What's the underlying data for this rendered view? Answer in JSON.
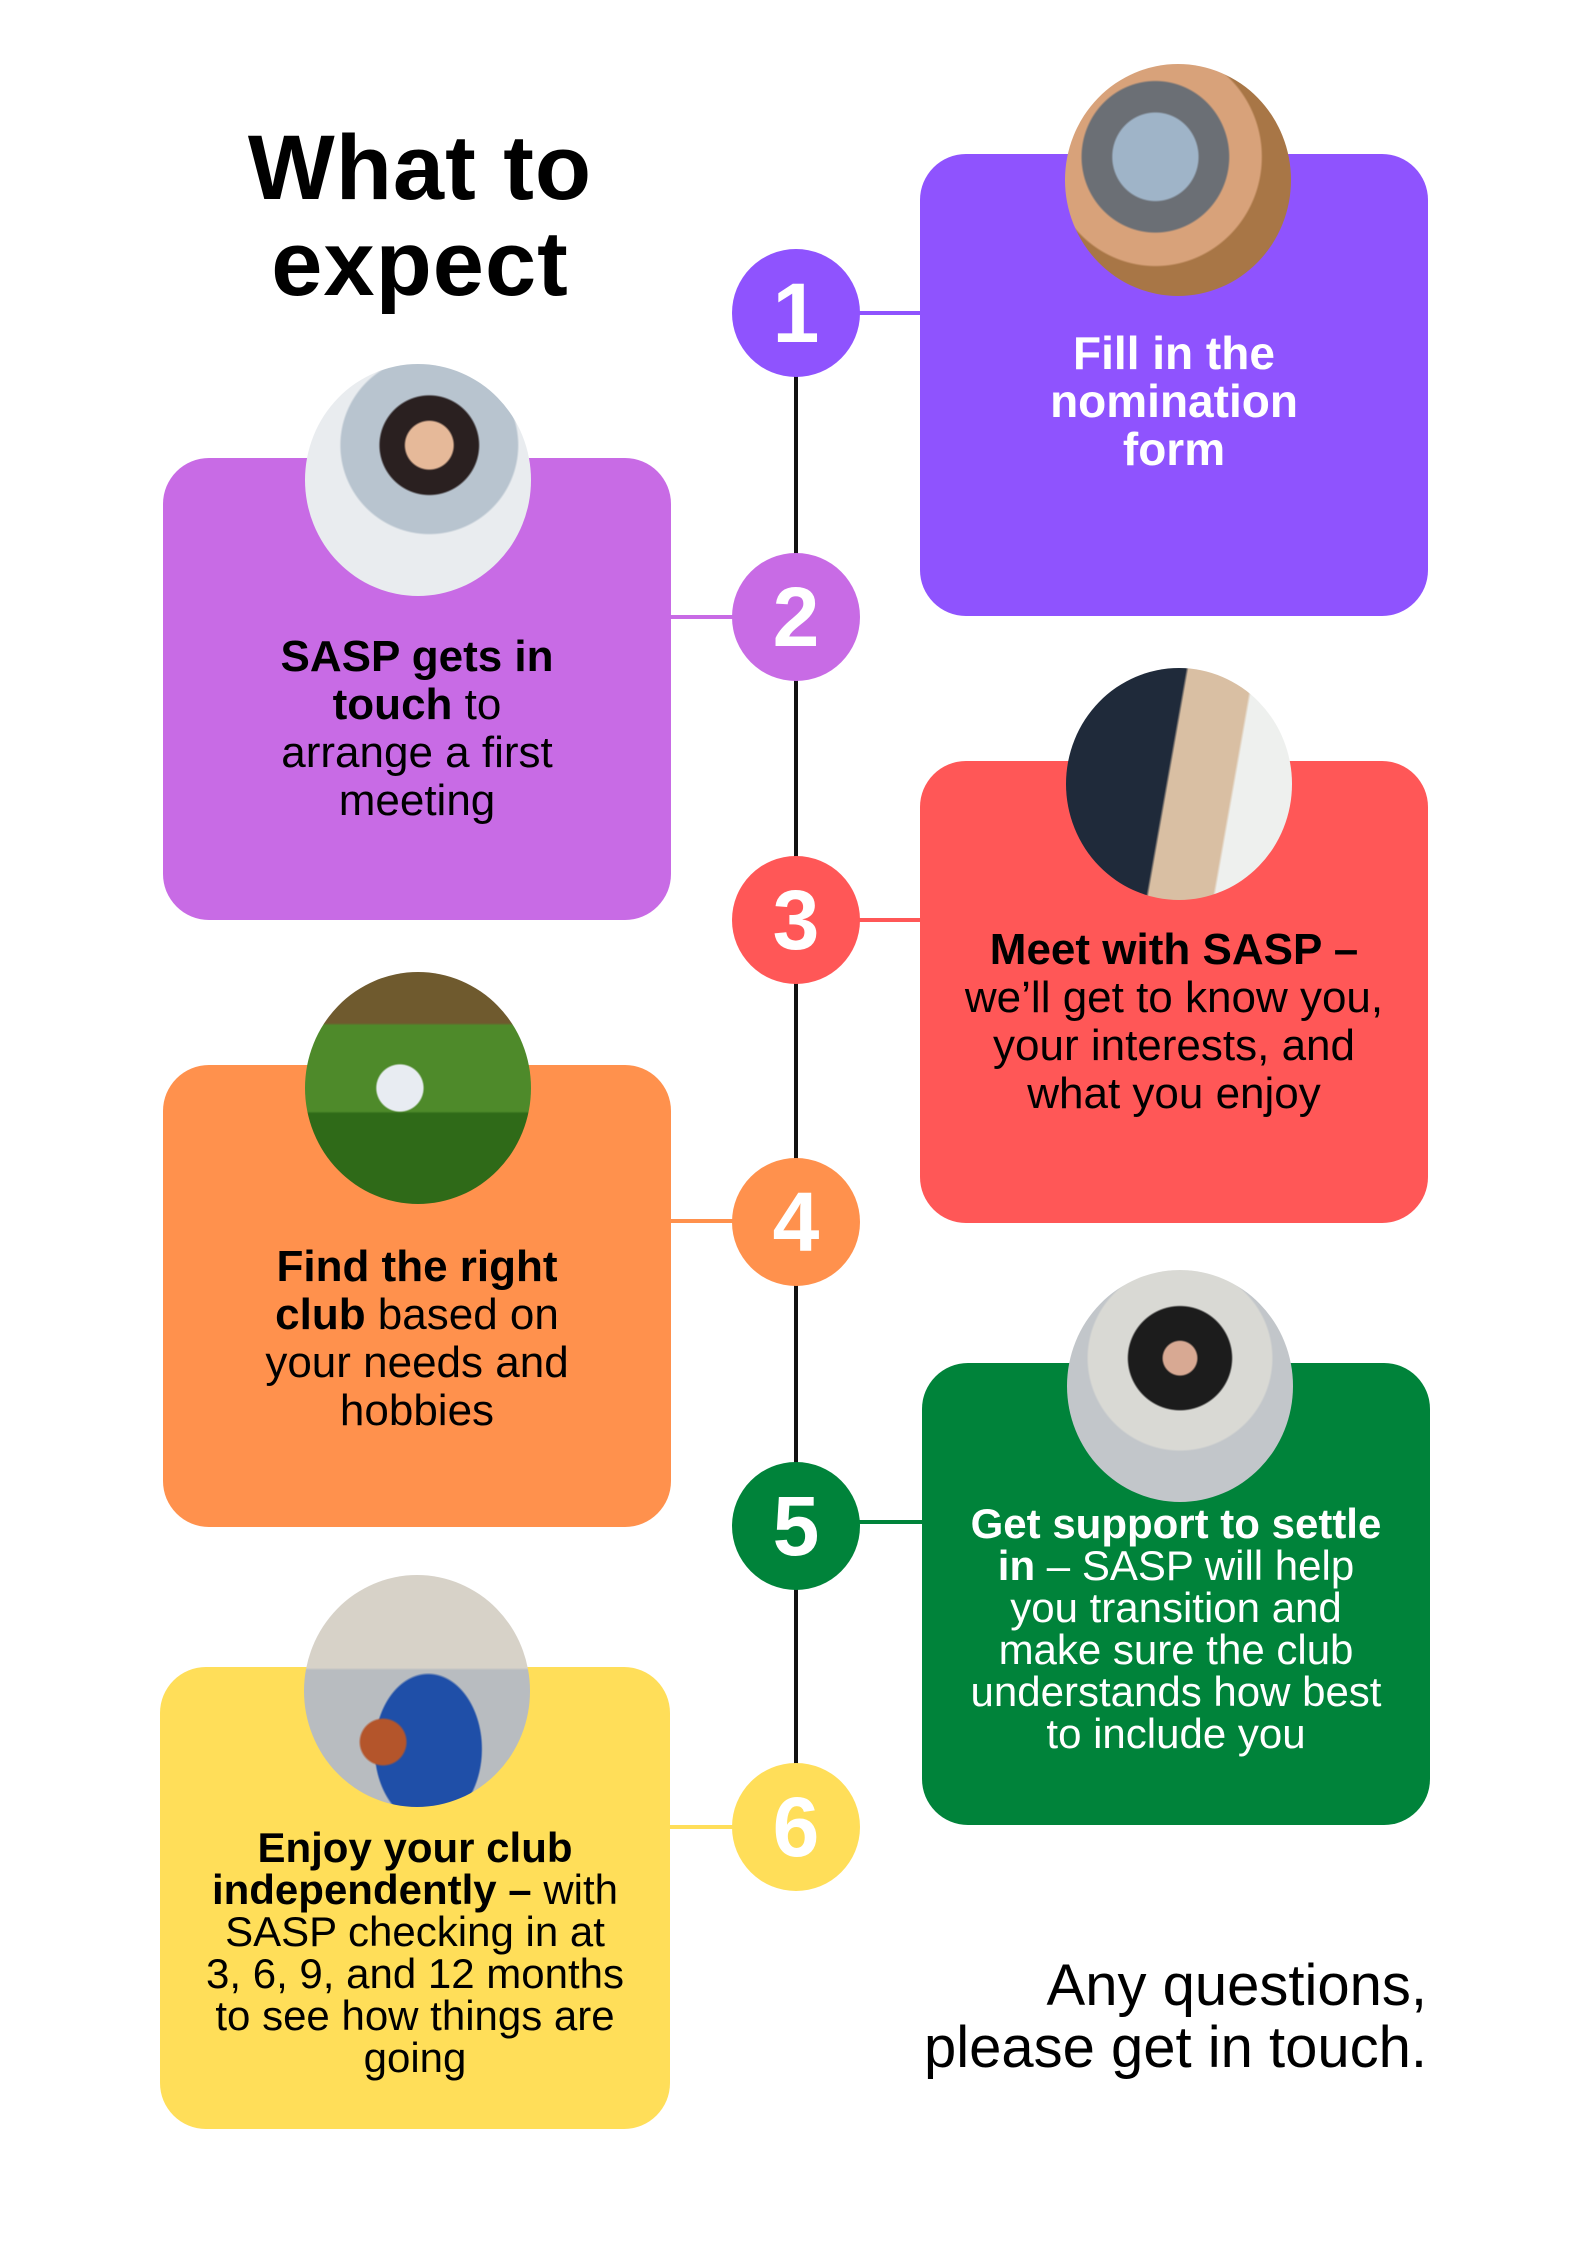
{
  "title": {
    "line1": "What to",
    "line2": "expect"
  },
  "colors": {
    "purple": "#8f53fe",
    "orchid": "#c86be5",
    "red": "#ff5757",
    "orange": "#ff914d",
    "green": "#00833a",
    "yellow": "#ffde59"
  },
  "steps": [
    {
      "number": "1",
      "bold": "Fill in the nomination form",
      "rest": "",
      "photo": "laptop-form-photo"
    },
    {
      "number": "2",
      "bold": "SASP gets in touch",
      "rest": " to arrange a first meeting",
      "photo": "woman-on-phone-photo"
    },
    {
      "number": "3",
      "bold": "Meet with SASP –",
      "rest": " we’ll get to know you, your interests, and what you enjoy",
      "photo": "two-women-talking-photo"
    },
    {
      "number": "4",
      "bold": "Find the right club",
      "rest": " based on your needs and hobbies",
      "photo": "golf-ball-photo"
    },
    {
      "number": "5",
      "bold": "Get support to settle in",
      "rest": " – SASP will help you transition and make sure the club understands how best to include you",
      "photo": "gym-celebration-photo"
    },
    {
      "number": "6",
      "bold": "Enjoy your club independently –",
      "rest": " with SASP checking in at 3, 6, 9, and 12 months to see how things are going",
      "photo": "basketball-player-photo"
    }
  ],
  "footer": {
    "line1": "Any questions,",
    "line2": "please get in touch."
  }
}
